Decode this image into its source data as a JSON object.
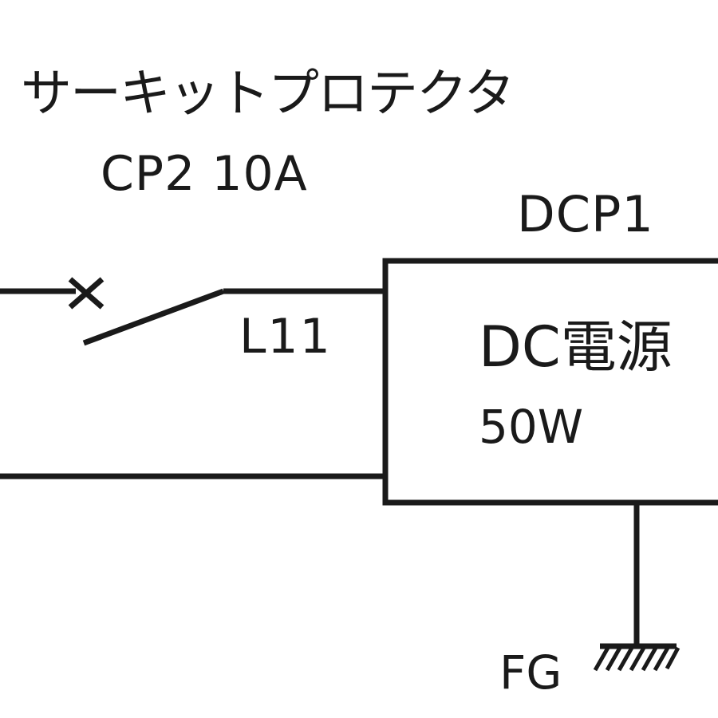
{
  "circuit_protector": {
    "type_label": "サーキットプロテクタ",
    "id_rating": "CP2 10A"
  },
  "power_supply": {
    "id": "DCP1",
    "name": "DC電源",
    "rating": "50W"
  },
  "wire": {
    "label": "L11"
  },
  "ground": {
    "label": "FG"
  },
  "colors": {
    "line": "#1a1a1a",
    "background": "#ffffff"
  }
}
